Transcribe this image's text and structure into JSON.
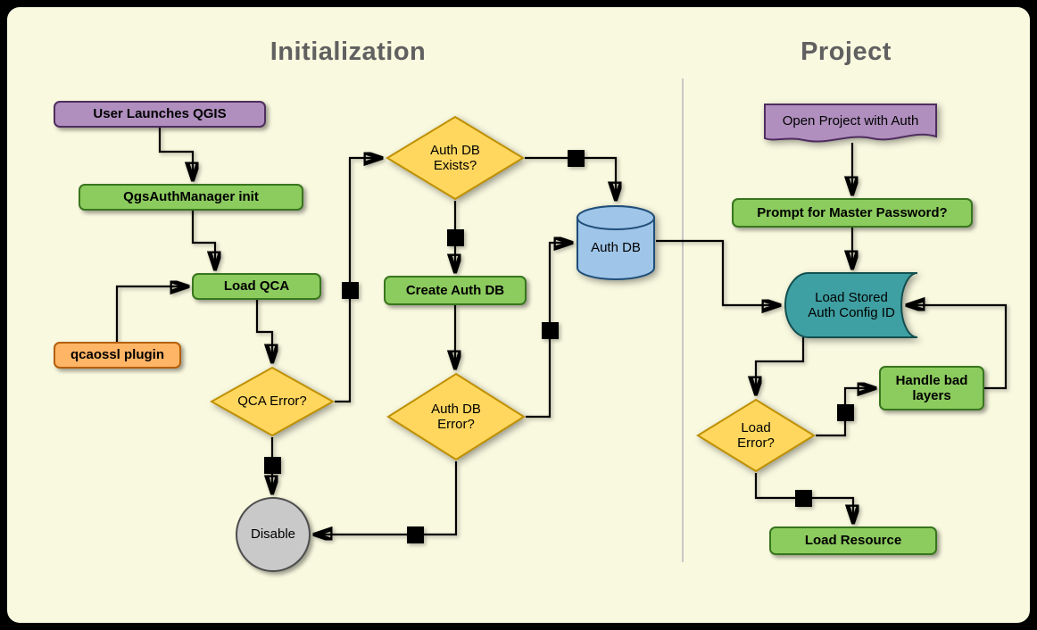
{
  "titles": {
    "left": "Initialization",
    "right": "Project"
  },
  "nodes": {
    "user_launches": {
      "label": "User Launches QGIS"
    },
    "qgsauthmanager": {
      "label": "QgsAuthManager init"
    },
    "load_qca": {
      "label": "Load QCA"
    },
    "qcaossl": {
      "label": "qcaossl plugin"
    },
    "qca_error": {
      "label": "QCA Error?"
    },
    "disable": {
      "label": "Disable"
    },
    "db_exists": {
      "label": "Auth DB Exists?"
    },
    "create_db": {
      "label": "Create Auth DB"
    },
    "db_error": {
      "label": "Auth DB Error?"
    },
    "auth_db": {
      "label": "Auth DB"
    },
    "open_project": {
      "label": "Open Project with Auth"
    },
    "prompt_master": {
      "label": "Prompt for Master Password?"
    },
    "load_stored": {
      "label": "Load Stored Auth Config ID"
    },
    "load_error": {
      "label": "Load Error?"
    },
    "handle_bad": {
      "label": "Handle bad layers"
    },
    "load_resource": {
      "label": "Load Resource"
    }
  },
  "colors": {
    "bg_panel": "#F9F9E0",
    "title": "#606060",
    "divider": "#C8C8C8",
    "line": "#000000",
    "purple": "#B08FBE",
    "purple_border": "#4F2D5F",
    "green": "#8CCB5E",
    "green_border": "#38761D",
    "orange": "#FFB566",
    "orange_border": "#B45F06",
    "yellow": "#FFD75E",
    "yellow_border": "#BF9000",
    "blue": "#9FC5E8",
    "blue_border": "#1F4E79",
    "teal": "#3FA0A3",
    "teal_border": "#134F4F",
    "gray_node": "#C9C9C9",
    "gray_border": "#4D4D4D"
  }
}
